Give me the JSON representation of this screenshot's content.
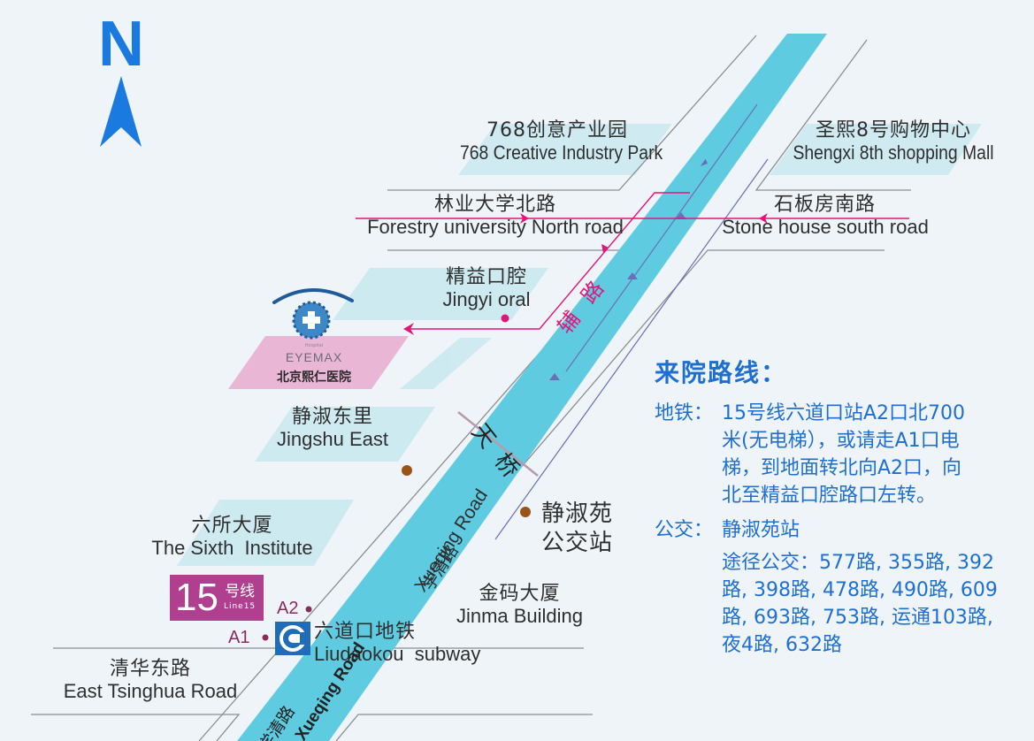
{
  "compass": {
    "label": "N",
    "color": "#1a7ae0"
  },
  "colors": {
    "background": "#eef4f7",
    "main_road": "#5fcbe0",
    "block_fill": "#c9e9f0",
    "hospital_block": "#eab6d5",
    "route_magenta": "#e0167a",
    "traffic_arrow": "#6a6fb8",
    "bus_stop_dot": "#9a5516",
    "line15_purple": "#b0408f",
    "subway_blue": "#1f6cb8",
    "panel_text": "#1f6fd0"
  },
  "landmarks": {
    "park_768": {
      "zh": "768创意产业园",
      "en": "768 Creative Industry Park"
    },
    "shengxi_mall": {
      "zh": "圣熙8号购物中心",
      "en": "Shengxi 8th shopping Mall"
    },
    "jingyi_oral": {
      "zh": "精益口腔",
      "en": "Jingyi oral"
    },
    "jingshu_east": {
      "zh": "静淑东里",
      "en": "Jingshu East"
    },
    "sixth_institute": {
      "zh": "六所大厦",
      "en": "The Sixth  Institute"
    },
    "jinma_building": {
      "zh": "金码大厦",
      "en": "Jinma Building"
    },
    "liudaokou_subway": {
      "zh": "六道口地铁",
      "en": "Liudaokou  subway"
    },
    "bus_stop": {
      "zh_line1": "静淑苑",
      "zh_line2": "公交站"
    }
  },
  "roads": {
    "forestry_north": {
      "zh": "林业大学北路",
      "en": "Forestry university North road"
    },
    "stone_house_south": {
      "zh": "石板房南路",
      "en": "Stone house south road"
    },
    "east_tsinghua": {
      "zh": "清华东路",
      "en": "East Tsinghua Road"
    },
    "xueqing": {
      "zh": "学清路",
      "en": "Xueqing Road"
    },
    "xueqing_bottom": {
      "zh": "学清路",
      "en": "Xueqing Road"
    },
    "side_road": {
      "zh": "辅 路"
    },
    "overpass": {
      "zh": "天 桥"
    }
  },
  "hospital": {
    "small_label": "Hospital",
    "brand": "EYEMAX",
    "zh": "北京熙仁医院"
  },
  "subway": {
    "line_number": "15",
    "line_zh": "号线",
    "line_en": "Line15",
    "exit_a1": "A1",
    "exit_a2": "A2"
  },
  "route_panel": {
    "title": "来院路线：",
    "subway_key": "地铁：",
    "subway_text": "15号线六道口站A2口北700米(无电梯），或请走A1口电梯，到地面转北向A2口，向北至精益口腔路口左转。",
    "bus_key": "公交：",
    "bus_station": "静淑苑站",
    "bus_routes_label": "途径公交：",
    "bus_routes": "577路, 355路, 392路, 398路, 478路, 490路, 609路, 693路, 753路, 运通103路, 夜4路, 632路"
  }
}
